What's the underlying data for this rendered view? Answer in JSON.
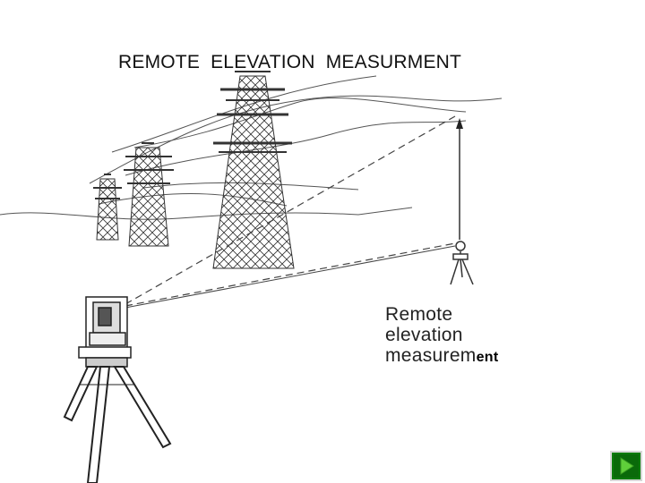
{
  "slide": {
    "title": "REMOTE  ELEVATION  MEASURMENT",
    "caption": {
      "line1": "Remote",
      "line2": "elevation",
      "line3_main": "measurem",
      "line3_suffix": "ent"
    }
  },
  "colors": {
    "line": "#444444",
    "nav_button": "#0a6a0a",
    "nav_arrow": "#5fcf3a"
  },
  "navigation": {
    "next_icon": "triangle-right-icon"
  }
}
